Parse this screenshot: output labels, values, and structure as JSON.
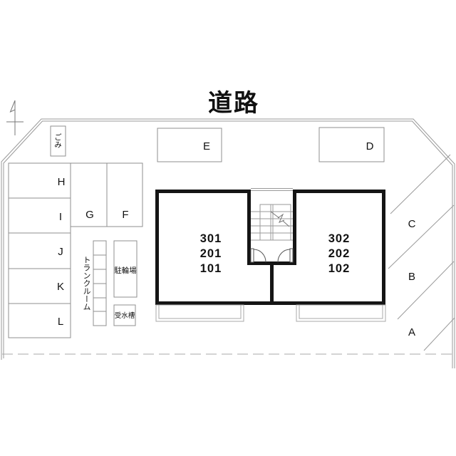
{
  "road_label": "道路",
  "parking": {
    "spots": [
      {
        "label": "A"
      },
      {
        "label": "B"
      },
      {
        "label": "C"
      },
      {
        "label": "D"
      },
      {
        "label": "E"
      },
      {
        "label": "F"
      },
      {
        "label": "G"
      },
      {
        "label": "H"
      },
      {
        "label": "I"
      },
      {
        "label": "J"
      },
      {
        "label": "K"
      },
      {
        "label": "L"
      }
    ]
  },
  "building": {
    "left_unit_lines": [
      "301",
      "201",
      "101"
    ],
    "right_unit_lines": [
      "302",
      "202",
      "102"
    ]
  },
  "facilities": {
    "garbage": "ごみ",
    "trunk_room": "トランクルーム",
    "bicycle_parking": "駐輪場",
    "water_tank": "受水槽"
  },
  "colors": {
    "wall": "#151515",
    "line": "#8f8f8f",
    "light_line": "#aaaaaa",
    "text": "#111111",
    "background": "#ffffff"
  }
}
